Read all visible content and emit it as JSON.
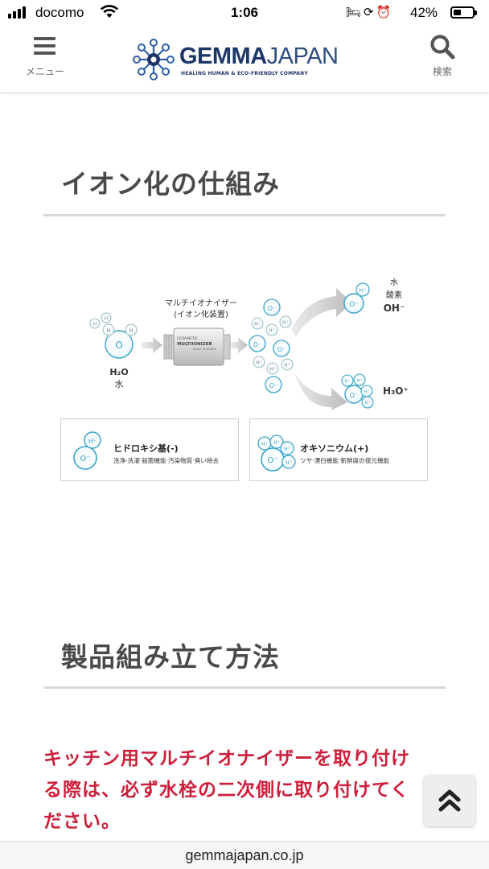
{
  "status_bar": {
    "carrier": "docomo",
    "time": "1:06",
    "battery": "42%",
    "battery_level": 0.42
  },
  "header": {
    "menu_label": "メニュー",
    "search_label": "検索",
    "logo": {
      "brand_bold": "GEMMA",
      "brand_light": "JAPAN",
      "tagline": "HEALING HUMAN & ECO-FRIENDLY COMPANY"
    }
  },
  "section1": {
    "title": "イオン化の仕組み",
    "diagram": {
      "device_label_line1": "マルチイオナイザー",
      "device_label_line2": "(イオン化装置)",
      "device_brand": "CERAMETIC",
      "device_name": "MULTIIONIZER",
      "device_sub": "MADE IN KOREA",
      "input_label": "H₂O",
      "input_sub": "水",
      "out1_line1": "水",
      "out1_line2": "酸素",
      "out1_formula": "OH⁻",
      "out2_formula": "H₃O⁺",
      "atom_h": "H",
      "atom_o": "O",
      "ion_h": "H⁺",
      "ion_o": "O⁻"
    },
    "legend": [
      {
        "title": "ヒドロキシ基(-)",
        "desc": "洗浄·洗濯·殺菌機能·汚染物質·臭い除去"
      },
      {
        "title": "オキソニウム(+)",
        "desc": "ツヤ·漂白機能·新鮮度の復元機能"
      }
    ]
  },
  "section2": {
    "title": "製品組み立て方法",
    "warning_lines": [
      "キッチン用マルチイオナイザーを取り付け",
      "る際は、必ず水栓の二次側に取り付けてく",
      "ださい。"
    ]
  },
  "url": "gemmajapan.co.jp",
  "colors": {
    "accent_red": "#cc1f3b",
    "navy": "#1c3668",
    "ion_blue": "#3aa3c8"
  }
}
